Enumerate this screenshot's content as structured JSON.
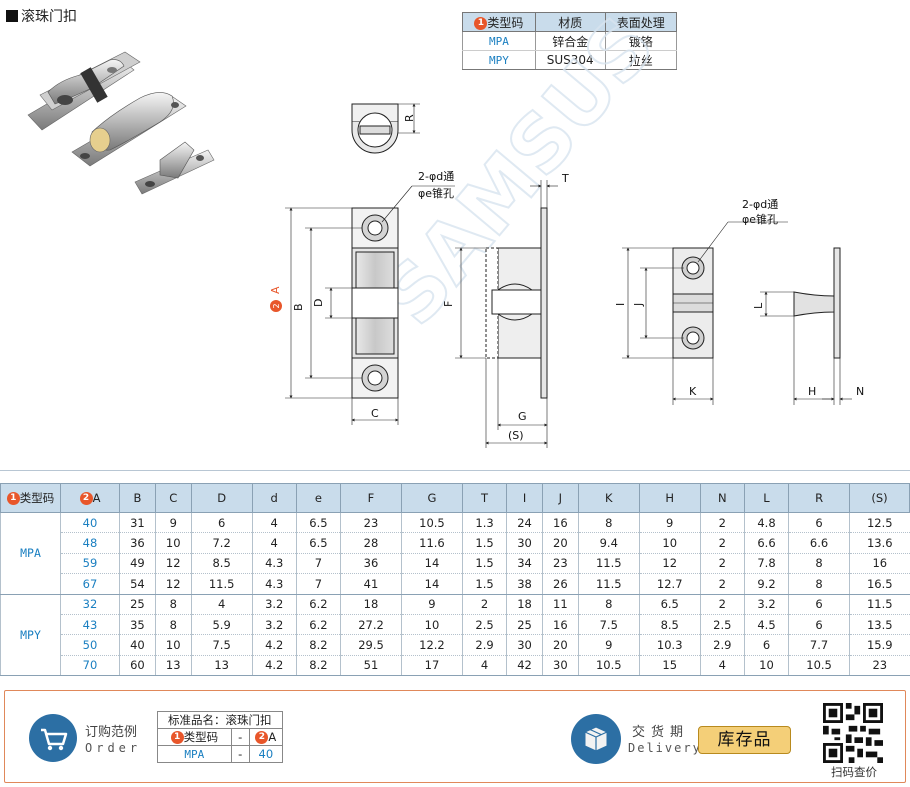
{
  "title": "滚珠门扣",
  "material_table": {
    "headers": [
      "类型码",
      "材质",
      "表面处理"
    ],
    "header_num": "1",
    "rows": [
      {
        "code": "MPA",
        "material": "锌合金",
        "finish": "镀铬"
      },
      {
        "code": "MPY",
        "material": "SUS304",
        "finish": "拉丝"
      }
    ]
  },
  "drawing": {
    "hole_note_1": "2-φd通",
    "hole_note_2": "φe锥孔",
    "hole_note_3": "2-φd通",
    "hole_note_4": "φe锥孔",
    "dims": {
      "R": "R",
      "T": "T",
      "A": "A",
      "A_num": "2",
      "B": "B",
      "D": "D",
      "C": "C",
      "F": "F",
      "G": "G",
      "S": "(S)",
      "I": "I",
      "J": "J",
      "K": "K",
      "L": "L",
      "H": "H",
      "N": "N"
    },
    "watermark": "SAMSUS"
  },
  "spec_table": {
    "headers": [
      "类型码",
      "A",
      "B",
      "C",
      "D",
      "d",
      "e",
      "F",
      "G",
      "T",
      "I",
      "J",
      "K",
      "H",
      "N",
      "L",
      "R",
      "(S)"
    ],
    "header_num_1": "1",
    "header_num_2": "2",
    "groups": [
      {
        "type": "MPA",
        "rows": [
          [
            "40",
            "31",
            "9",
            "6",
            "4",
            "6.5",
            "23",
            "10.5",
            "1.3",
            "24",
            "16",
            "8",
            "9",
            "2",
            "4.8",
            "6",
            "12.5"
          ],
          [
            "48",
            "36",
            "10",
            "7.2",
            "4",
            "6.5",
            "28",
            "11.6",
            "1.5",
            "30",
            "20",
            "9.4",
            "10",
            "2",
            "6.6",
            "6.6",
            "13.6"
          ],
          [
            "59",
            "49",
            "12",
            "8.5",
            "4.3",
            "7",
            "36",
            "14",
            "1.5",
            "34",
            "23",
            "11.5",
            "12",
            "2",
            "7.8",
            "8",
            "16"
          ],
          [
            "67",
            "54",
            "12",
            "11.5",
            "4.3",
            "7",
            "41",
            "14",
            "1.5",
            "38",
            "26",
            "11.5",
            "12.7",
            "2",
            "9.2",
            "8",
            "16.5"
          ]
        ]
      },
      {
        "type": "MPY",
        "rows": [
          [
            "32",
            "25",
            "8",
            "4",
            "3.2",
            "6.2",
            "18",
            "9",
            "2",
            "18",
            "11",
            "8",
            "6.5",
            "2",
            "3.2",
            "6",
            "11.5"
          ],
          [
            "43",
            "35",
            "8",
            "5.9",
            "3.2",
            "6.2",
            "27.2",
            "10",
            "2.5",
            "25",
            "16",
            "7.5",
            "8.5",
            "2.5",
            "4.5",
            "6",
            "13.5"
          ],
          [
            "50",
            "40",
            "10",
            "7.5",
            "4.2",
            "8.2",
            "29.5",
            "12.2",
            "2.9",
            "30",
            "20",
            "9",
            "10.3",
            "2.9",
            "6",
            "7.7",
            "15.9"
          ],
          [
            "70",
            "60",
            "13",
            "13",
            "4.2",
            "8.2",
            "51",
            "17",
            "4",
            "42",
            "30",
            "10.5",
            "15",
            "4",
            "10",
            "10.5",
            "23"
          ]
        ]
      }
    ]
  },
  "footer": {
    "order_title": "订购范例",
    "order_sub": "Order",
    "order_table": {
      "row1": "标准品名：滚珠门扣",
      "col_type": "类型码",
      "col_dash": "-",
      "col_a": "A",
      "num1": "1",
      "num2": "2",
      "val_type": "MPA",
      "val_dash": "-",
      "val_a": "40"
    },
    "delivery_title": "交货期",
    "delivery_sub": "Delivery",
    "stock_badge": "库存品",
    "qr_label": "扫码查价"
  },
  "colors": {
    "accent": "#e8562a",
    "link_blue": "#1a7fc1",
    "header_bg": "#c9dceb",
    "icon_blue": "#2c6fa4",
    "badge_bg": "#f4cf78"
  }
}
